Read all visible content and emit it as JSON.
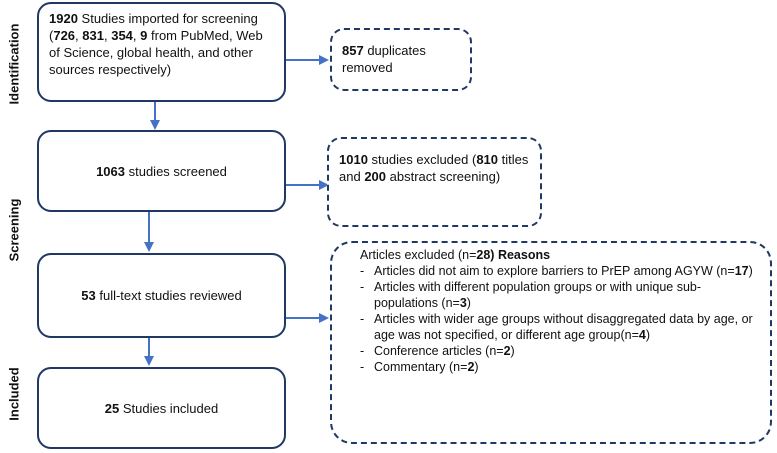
{
  "stages": {
    "identification": "Identification",
    "screening": "Screening",
    "included": "Included"
  },
  "boxes": {
    "imported": {
      "count": "1920",
      "text_a": " Studies imported for screening (",
      "n_pubmed": "726",
      "sep1": ", ",
      "n_wos": "831",
      "sep2": ", ",
      "n_global": "354",
      "sep3": ", ",
      "n_other": "9",
      "text_b": " from PubMed, Web of Science, global health, and other sources respectively)"
    },
    "duplicates": {
      "count": "857",
      "text": " duplicates removed"
    },
    "screened": {
      "count": "1063",
      "text": " studies screened"
    },
    "excluded_screening": {
      "count": "1010",
      "text_a": " studies excluded (",
      "n_titles": "810",
      "text_b": " titles and ",
      "n_abstract": "200",
      "text_c": " abstract screening)"
    },
    "fulltext": {
      "count": "53",
      "text": " full-text studies reviewed"
    },
    "included": {
      "count": "25",
      "text": " Studies included"
    },
    "excluded_fulltext": {
      "heading_a": "Articles excluded (n=",
      "heading_n": "28)",
      "heading_b": " Reasons",
      "reasons": [
        {
          "text": "Articles did not aim to explore barriers to PrEP among AGYW (n=",
          "n": "17",
          "close": ")"
        },
        {
          "text": "Articles with different population groups or with unique sub-populations (n=",
          "n": "3",
          "close": ")"
        },
        {
          "text": "Articles with wider age groups without disaggregated data by age, or age was not specified, or different age group(n=",
          "n": "4",
          "close": ")"
        },
        {
          "text": "Conference articles (n=",
          "n": "2",
          "close": ")"
        },
        {
          "text": "Commentary (n=",
          "n": "2",
          "close": ")"
        }
      ]
    }
  },
  "colors": {
    "border": "#1f3864",
    "arrow": "#4472c4"
  }
}
